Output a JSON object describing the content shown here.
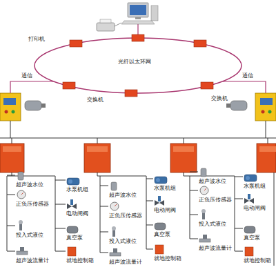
{
  "diagram": {
    "labels": [
      "打印机",
      "光纤以太环网",
      "交换机",
      "交换机",
      "通信",
      "通信",
      "超声波水位",
      "正负压传感器",
      "投入式液位",
      "超声波流量计",
      "水泵机组",
      "电动闸阀",
      "真空泵",
      "就地控制箱",
      "超声波水位",
      "正负压传感器",
      "投入式液位",
      "超声波流量计",
      "水泵机组",
      "电动闸阀",
      "真空泵",
      "就地控制箱",
      "超声波水位",
      "正负压传感器",
      "投入式液位",
      "超声波流量计",
      "水泵机组",
      "电动闸阀",
      "真空泵",
      "就地控制箱"
    ]
  }
}
